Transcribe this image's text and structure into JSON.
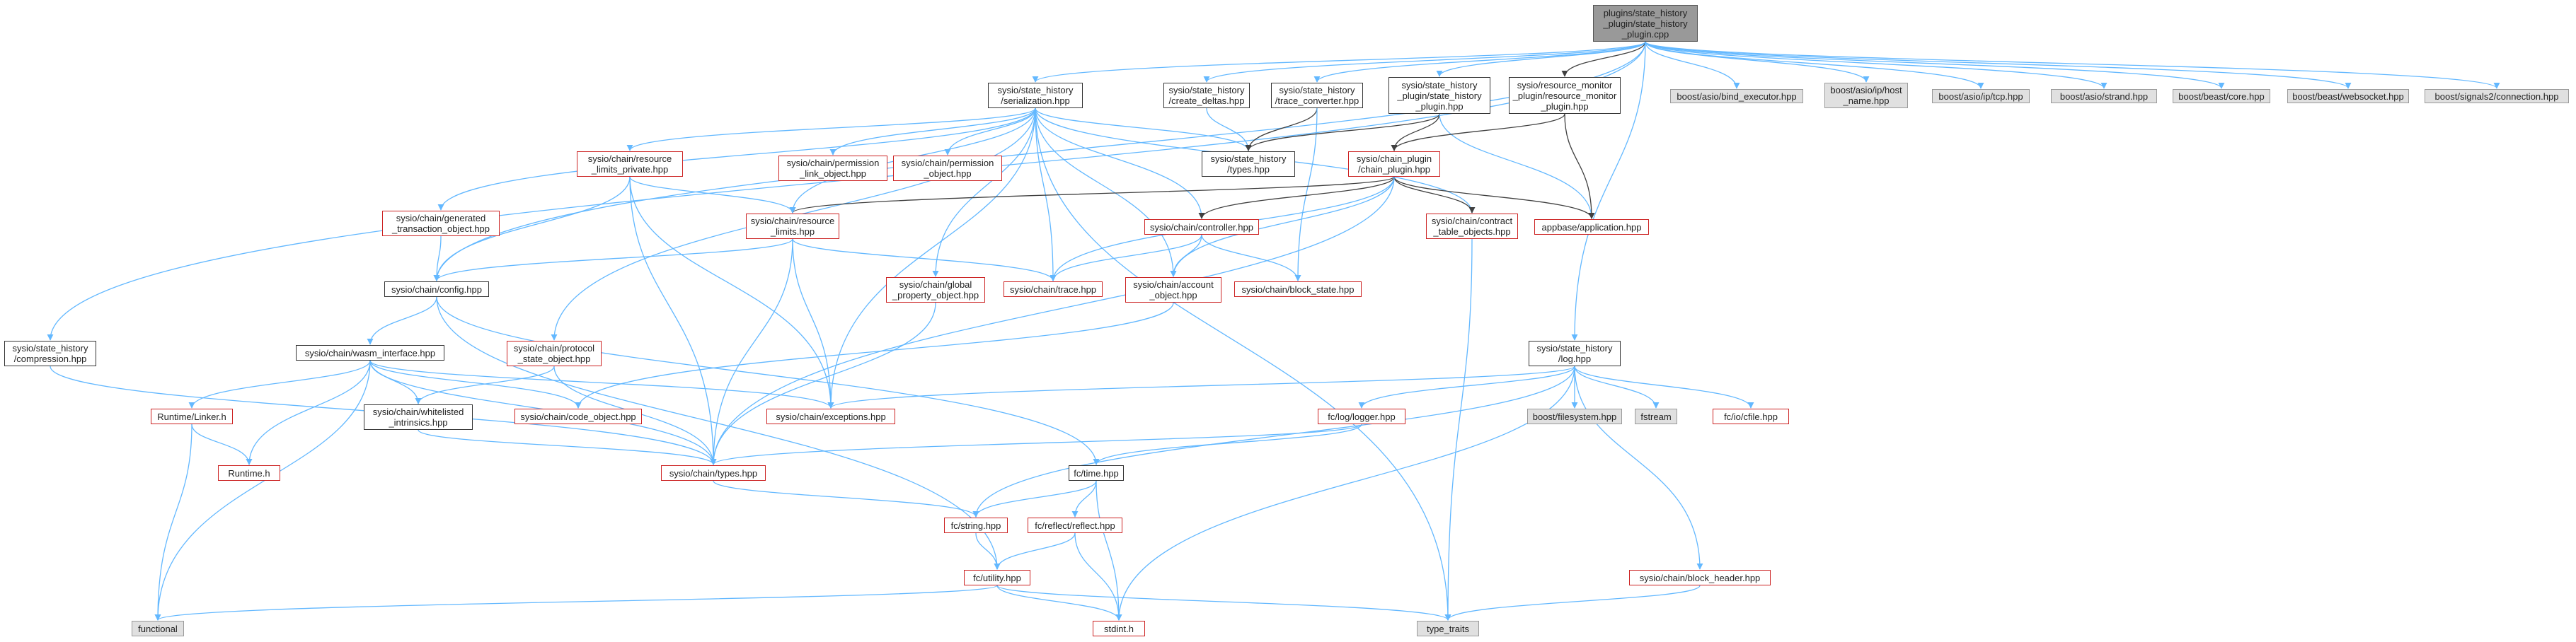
{
  "colors": {
    "edge": "#63b8ff",
    "edge_dark": "#404040",
    "missing_border": "#cc2222",
    "external_fill": "#e0e0e0",
    "focus_fill": "#999999"
  },
  "nodes": {
    "root": "plugins/state_history\n_plugin/state_history\n_plugin.cpp",
    "serialization": "sysio/state_history\n/serialization.hpp",
    "create_deltas": "sysio/state_history\n/create_deltas.hpp",
    "trace_converter": "sysio/state_history\n/trace_converter.hpp",
    "shp_plugin_hpp": "sysio/state_history\n_plugin/state_history\n_plugin.hpp",
    "res_monitor": "sysio/resource_monitor\n_plugin/resource_monitor\n_plugin.hpp",
    "bind_executor": "boost/asio/bind_executor.hpp",
    "host_name": "boost/asio/ip/host\n_name.hpp",
    "tcp": "boost/asio/ip/tcp.hpp",
    "strand": "boost/asio/strand.hpp",
    "beast_core": "boost/beast/core.hpp",
    "websocket": "boost/beast/websocket.hpp",
    "connection": "boost/signals2/connection.hpp",
    "perm_link": "sysio/chain/permission\n_link_object.hpp",
    "perm_obj": "sysio/chain/permission\n_object.hpp",
    "res_limits_private": "sysio/chain/resource\n_limits_private.hpp",
    "sh_types": "sysio/state_history\n/types.hpp",
    "chain_plugin": "sysio/chain_plugin\n/chain_plugin.hpp",
    "generated_trx": "sysio/chain/generated\n_transaction_object.hpp",
    "res_limits": "sysio/chain/resource\n_limits.hpp",
    "controller": "sysio/chain/controller.hpp",
    "contract_table": "sysio/chain/contract\n_table_objects.hpp",
    "application": "appbase/application.hpp",
    "config": "sysio/chain/config.hpp",
    "global_prop": "sysio/chain/global\n_property_object.hpp",
    "trace": "sysio/chain/trace.hpp",
    "account_obj": "sysio/chain/account\n_object.hpp",
    "block_state": "sysio/chain/block_state.hpp",
    "compression": "sysio/state_history\n/compression.hpp",
    "wasm_interface": "sysio/chain/wasm_interface.hpp",
    "protocol_state": "sysio/chain/protocol\n_state_object.hpp",
    "log_hpp": "sysio/state_history\n/log.hpp",
    "runtime_linker": "Runtime/Linker.h",
    "whitelisted": "sysio/chain/whitelisted\n_intrinsics.hpp",
    "code_object": "sysio/chain/code_object.hpp",
    "exceptions": "sysio/chain/exceptions.hpp",
    "filesystem": "boost/filesystem.hpp",
    "fstream": "fstream",
    "cfile": "fc/io/cfile.hpp",
    "logger": "fc/log/logger.hpp",
    "runtime_h": "Runtime.h",
    "chain_types": "sysio/chain/types.hpp",
    "fc_time": "fc/time.hpp",
    "fc_string": "fc/string.hpp",
    "fc_reflect": "fc/reflect/reflect.hpp",
    "fc_utility": "fc/utility.hpp",
    "block_header": "sysio/chain/block_header.hpp",
    "functional": "functional",
    "stdint": "stdint.h",
    "type_traits": "type_traits"
  }
}
